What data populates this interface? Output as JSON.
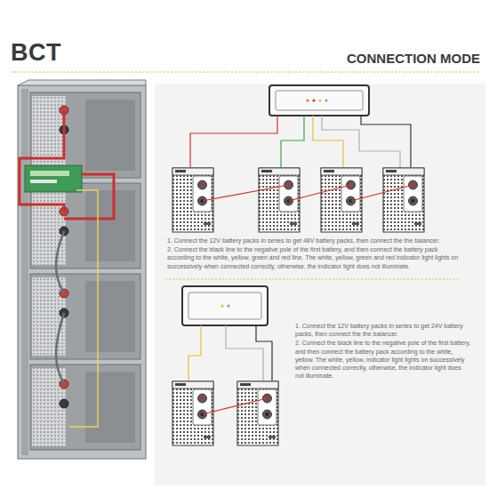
{
  "diagram": {
    "title": "BCT",
    "labels": [
      "CONNECTION MODE",
      "1. Connect the 12V battery packs in series to get 48V battery packs, then connect the the balancer.",
      "2. Connect the black line to the negative pole of the first battery, and then connect the battery pack according to the white, yellow, green and red line. The white, yellow, green and red indicator light lights on successively when connected correctly, otherwise, the indicator light does not illuminate.",
      "1. Connect the 12V battery packs in series to get 24V battery packs, then connect the the balancer.",
      "2. Connect the black line to the negative pole of the first battery, and then connect the battery pack according to the white, yellow. The white, yellow, indicator light lights on successively when connected correctly, otherwise, the indicator light does not illuminate."
    ]
  }
}
